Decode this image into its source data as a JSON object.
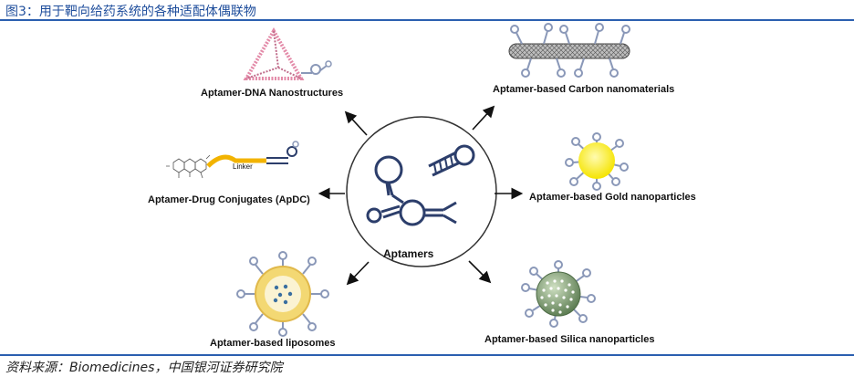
{
  "header": {
    "figure_title": "图3：用于靶向给药系统的各种适配体偶联物"
  },
  "center": {
    "label": "Aptamers"
  },
  "nodes": {
    "dna_nanostructures": "Aptamer-DNA Nanostructures",
    "carbon_nanomaterials": "Aptamer-based Carbon nanomaterials",
    "drug_conjugates": "Aptamer-Drug Conjugates (ApDC)",
    "gold_nanoparticles": "Aptamer-based Gold nanoparticles",
    "liposomes": "Aptamer-based liposomes",
    "silica_nanoparticles": "Aptamer-based Silica nanoparticles"
  },
  "adc": {
    "linker_label": "Linker"
  },
  "footer": {
    "source": "资料来源：Biomedicines，中国银河证券研究院"
  },
  "colors": {
    "brand_blue": "#1f4e9c",
    "aptamer_navy": "#2c3e6b",
    "gold": "#f5e400",
    "liposome_yellow": "#f3d873",
    "silica_green": "#7d9a6e",
    "dna_pink": "#e38aa8"
  }
}
